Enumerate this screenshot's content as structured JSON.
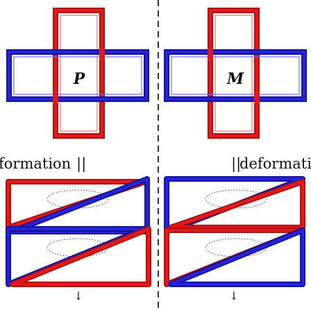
{
  "left_panel": {
    "chirality_label": "P",
    "deformation_label": "formation",
    "deformation_symbol": "||",
    "arrow_symbol": "↓"
  },
  "right_panel": {
    "chirality_label": "M",
    "deformation_label": "deformati",
    "deformation_symbol": "||",
    "arrow_symbol": "↓"
  },
  "colors": {
    "red": "#e01a1a",
    "red_dark": "#9e0c0c",
    "blue": "#2424d6",
    "blue_dark": "#0d0d8a",
    "divider": "#333333",
    "ellipse": "#666666"
  },
  "icons": [
    "cross-frame-icon",
    "bowtie-frame-icon",
    "down-arrow-icon"
  ]
}
